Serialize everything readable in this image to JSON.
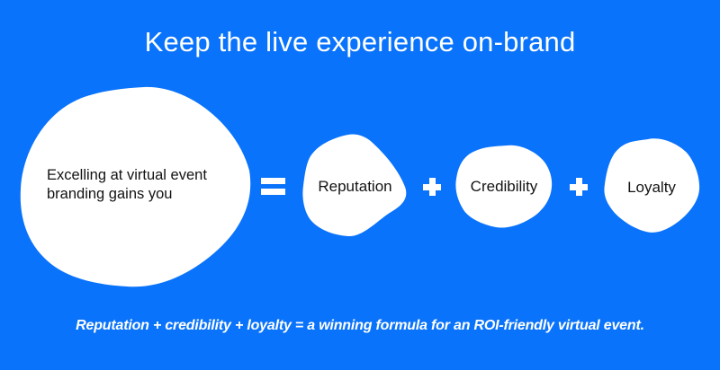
{
  "colors": {
    "background": "#0A73FB",
    "blob_fill": "#FFFFFF",
    "dark_text": "#131313",
    "light_text": "#FFFFFF"
  },
  "title": "Keep the live experience on-brand",
  "equation": {
    "lhs_line1": "Excelling at virtual event",
    "lhs_line2": "branding gains you",
    "operators": {
      "equals": "=",
      "plus": "+"
    },
    "terms": [
      {
        "label": "Reputation"
      },
      {
        "label": "Credibility"
      },
      {
        "label": "Loyalty"
      }
    ]
  },
  "caption": "Reputation + credibility + loyalty = a winning formula for an ROI-friendly virtual event."
}
